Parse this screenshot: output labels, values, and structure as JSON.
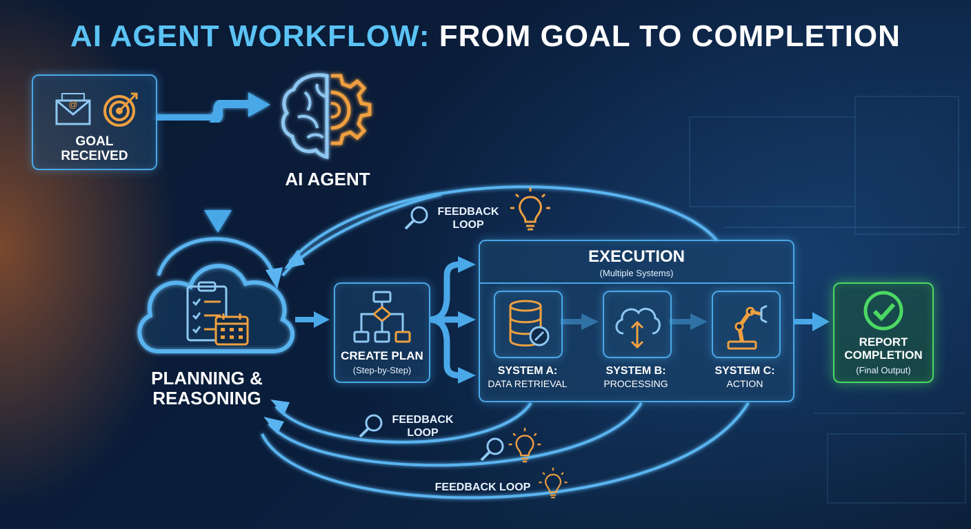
{
  "title": {
    "part1": "AI AGENT WORKFLOW:",
    "part2": "FROM GOAL TO COMPLETION"
  },
  "goal": {
    "line1": "GOAL",
    "line2": "RECEIVED"
  },
  "agent": {
    "label": "AI AGENT"
  },
  "planning": {
    "line1": "PLANNING &",
    "line2": "REASONING"
  },
  "create_plan": {
    "label": "CREATE PLAN",
    "sub": "(Step-by-Step)"
  },
  "execution": {
    "title": "EXECUTION",
    "sub": "(Multiple Systems)",
    "systems": [
      {
        "name": "SYSTEM A:",
        "desc": "DATA RETRIEVAL"
      },
      {
        "name": "SYSTEM B:",
        "desc": "PROCESSING"
      },
      {
        "name": "SYSTEM C:",
        "desc": "ACTION"
      }
    ]
  },
  "report": {
    "line1": "REPORT",
    "line2": "COMPLETION",
    "sub": "(Final Output)"
  },
  "feedback": [
    {
      "line1": "FEEDBACK",
      "line2": "LOOP"
    },
    {
      "line1": "FEEDBACK",
      "line2": "LOOP"
    },
    {
      "line1": "FEEDBACK LOOP"
    }
  ],
  "colors": {
    "accent": "#4aa8e8",
    "title_blue": "#5bc3f5",
    "icon_orange": "#f0a040",
    "success_green": "#4cd964"
  },
  "icons": [
    "envelope-icon",
    "target-icon",
    "brain-gear-icon",
    "cloud-icon",
    "checklist-icon",
    "calendar-icon",
    "flowchart-icon",
    "database-icon",
    "cloud-transfer-icon",
    "robot-arm-icon",
    "checkmark-icon",
    "magnifier-icon",
    "lightbulb-icon"
  ]
}
